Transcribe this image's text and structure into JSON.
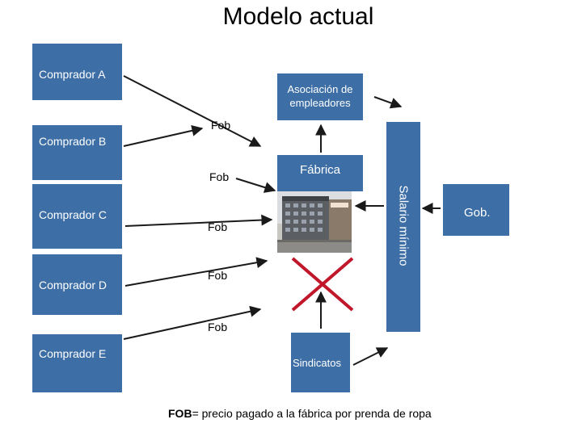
{
  "title": "Modelo actual",
  "buyers": [
    "Comprador A",
    "Comprador B",
    "Comprador C",
    "Comprador D",
    "Comprador E"
  ],
  "nodes": {
    "asociacion": "Asociación de empleadores",
    "fabrica": "Fábrica",
    "salario": "Salario mínimo",
    "gob": "Gob.",
    "sindicatos": "Sindicatos"
  },
  "fob_labels": [
    "Fob",
    "Fob",
    "Fob",
    "Fob",
    "Fob"
  ],
  "footer": {
    "term": "FOB",
    "definition": "= precio pagado a la fábrica por prenda de ropa"
  },
  "colors": {
    "box": "#3d6fa6",
    "cross": "#c0182a",
    "arrow": "#1a1a1a"
  }
}
